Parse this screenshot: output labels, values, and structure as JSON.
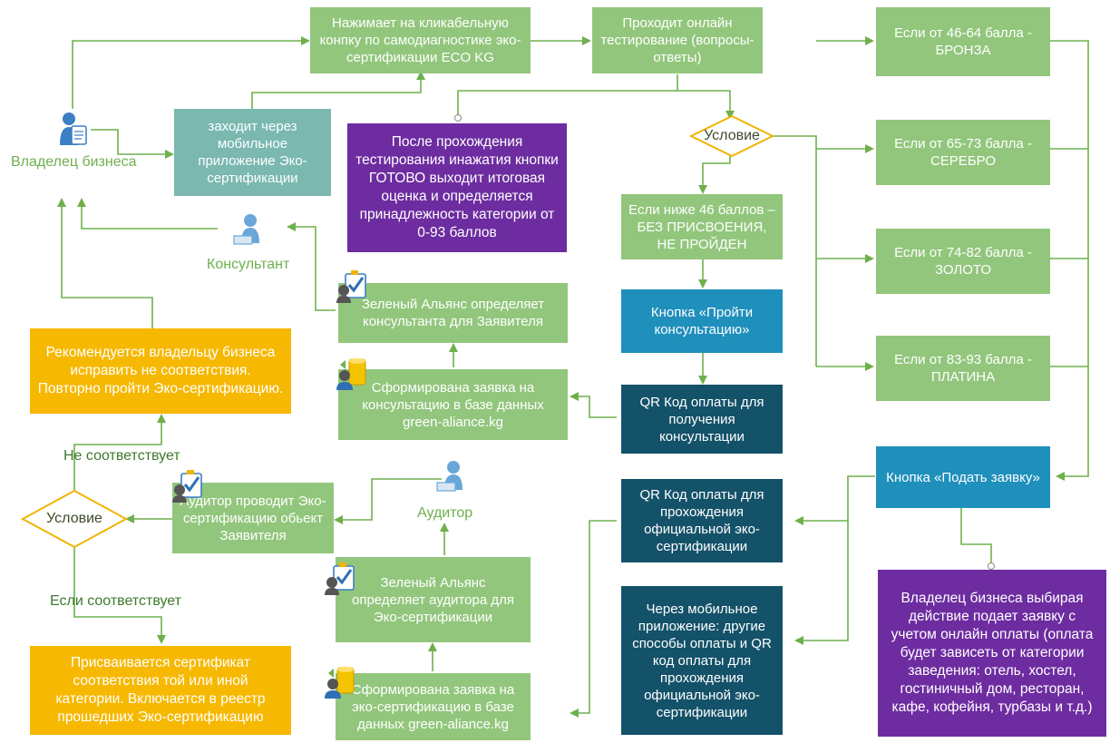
{
  "nodes": {
    "click_button": "Нажимает на кликабельную конпку по самодиагностике эко-сертификации ECO KG",
    "online_test": "Проходит онлайн тестирование (вопросы-ответы)",
    "mobile_app": "заходит через мобильное приложение Эко-сертификации",
    "after_test": "После прохождения тестирования инажатия кнопки ГОТОВО выходит итоговая оценка и определяется принадлежность категории от 0-93 баллов",
    "bronze": "Если от 46-64 балла - БРОНЗА",
    "silver": "Если от 65-73 балла - СЕРЕБРО",
    "gold": "Если от 74-82 балла - ЗОЛОТО",
    "platinum": "Если от 83-93 балла - ПЛАТИНА",
    "below46": "Если ниже 46 баллов – БЕЗ ПРИСВОЕНИЯ, НЕ ПРОЙДЕН",
    "consult_btn": "Кнопка «Пройти консультацию»",
    "qr_consult": "QR Код оплаты для получения консультации",
    "alliance_consultant": "Зеленый Альянс определяет консультанта для Заявителя",
    "request_consult": "Сформирована заявка на консультацию в базе данных green-aliance.kg",
    "submit_btn": "Кнопка «Подать заявку»",
    "qr_cert": "QR Код оплаты для прохождения официальной эко-сертификации",
    "other_payment": "Через мобильное приложение: другие способы оплаты и QR код оплаты для прохождения официальной эко-сертификации",
    "owner_selects": "Владелец бизнеса выбирая действие подает заявку с учетом онлайн оплаты (оплата будет зависеть от категории заведения: отель, хостел, гостиничный дом, ресторан, кафе, кофейня, турбазы и т.д.)",
    "recommend": "Рекомендуется владельцу бизнеса исправить не соответствия. Повторно пройти Эко-сертификацию.",
    "auditor_check": "Аудитор проводит Эко-сертификацию обьект Заявителя",
    "alliance_auditor": "Зеленый Альянс определяет аудитора для Эко-сертификации",
    "request_cert": "Сформирована заявка на эко-сертификацию в базе данных green-aliance.kg",
    "certificate": "Присваивается сертификат соответствия той или иной категории. Включается в реестр прошедших Эко-сертификацию"
  },
  "decisions": {
    "main": "Условие",
    "audit": "Условие"
  },
  "labels": {
    "owner": "Владелец бизнеса",
    "consultant": "Консультант",
    "auditor": "Аудитор",
    "not_match": "Не соответствует",
    "match": "Если соответствует"
  },
  "icons": [
    "person-icon",
    "checklist-icon",
    "database-icon"
  ],
  "colors": {
    "green": "#92c67c",
    "teal": "#7ab8b0",
    "purple": "#6d2ca0",
    "blue": "#1f8fbc",
    "navy": "#145269",
    "orange": "#f6b800",
    "line": "#6fb04d"
  }
}
